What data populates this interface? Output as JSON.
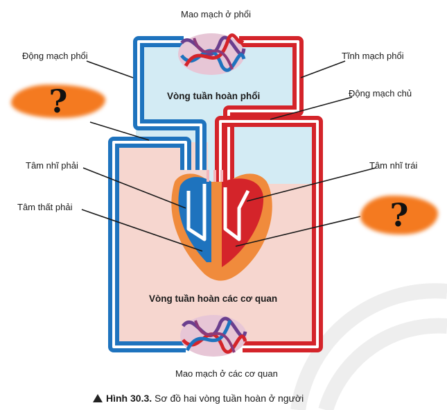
{
  "labels": {
    "pulmonary_capillaries": "Mao mạch ở phổi",
    "pulmonary_artery": "Động mạch phổi",
    "pulmonary_vein": "Tĩnh mạch phổi",
    "aorta": "Động mạch chủ",
    "right_atrium": "Tâm nhĩ phải",
    "left_atrium": "Tâm nhĩ trái",
    "right_ventricle": "Tâm thất phải",
    "organ_capillaries": "Mao mạch ở các cơ quan",
    "pulmonary_loop": "Vòng tuần hoàn phổi",
    "systemic_loop": "Vòng tuần hoàn các cơ quan"
  },
  "unknowns": {
    "left_mark": "?",
    "right_mark": "?"
  },
  "caption": {
    "figure_number": "Hình 30.3.",
    "text": "Sơ đồ hai vòng tuần hoàn ở người"
  },
  "colors": {
    "deoxygenated": "#1e73be",
    "oxygenated": "#d4242a",
    "lung_area": "#d3ebf4",
    "body_area": "#f6d6cf",
    "label_box": "#f47a20"
  }
}
